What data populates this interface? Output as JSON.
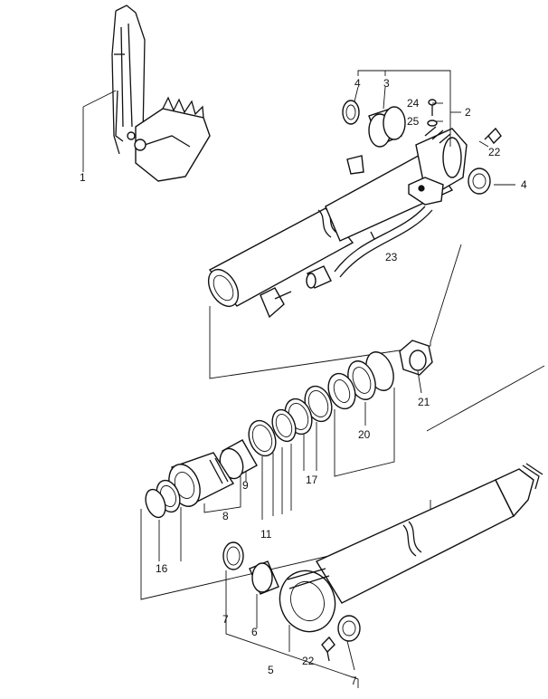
{
  "diagram": {
    "callouts": {
      "c1": "1",
      "c2": "2",
      "c3": "3",
      "c4a": "4",
      "c4b": "4",
      "c5": "5",
      "c6": "6",
      "c7a": "7",
      "c7b": "7",
      "c8": "8",
      "c9": "9",
      "c11": "11",
      "c16": "16",
      "c17": "17",
      "c20": "20",
      "c21": "21",
      "c22a": "22",
      "c22b": "22",
      "c23": "23",
      "c24": "24",
      "c25": "25"
    }
  }
}
